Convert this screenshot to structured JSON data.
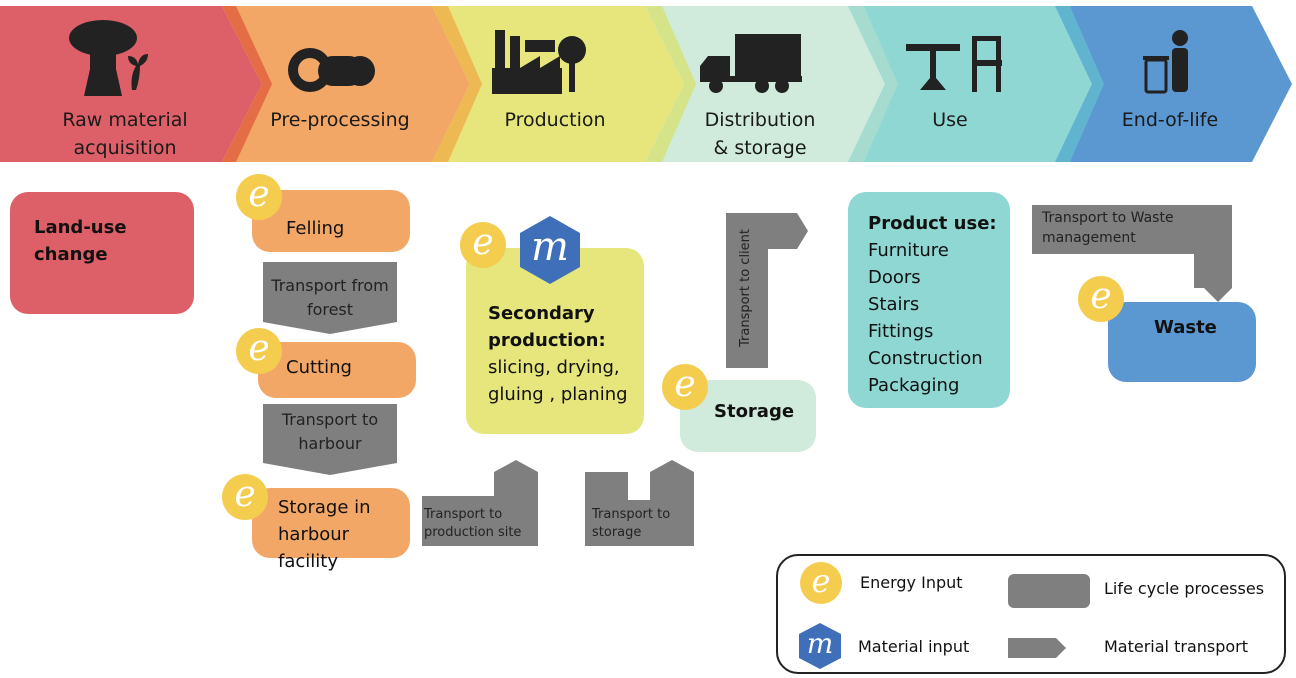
{
  "stages": [
    {
      "label": "Raw material acquisition",
      "color": "#dc5f66",
      "icon": "tree-icon"
    },
    {
      "label": "Pre-processing",
      "color": "#f1a766",
      "icon": "saw-log-icon"
    },
    {
      "label": "Production",
      "color": "#e8e57a",
      "icon": "factory-icon"
    },
    {
      "label": "Distribution & storage",
      "color": "#cfe9dc",
      "icon": "truck-icon"
    },
    {
      "label": "Use",
      "color": "#8fd6d2",
      "icon": "furniture-icon"
    },
    {
      "label": "End-of-life",
      "color": "#5b96cf",
      "icon": "trash-person-icon"
    }
  ],
  "stage_labels": {
    "raw_1": "Raw material",
    "raw_2": "acquisition",
    "pre": "Pre-processing",
    "prod": "Production",
    "dist_1": "Distribution",
    "dist_2": "& storage",
    "use": "Use",
    "eol": "End-of-life"
  },
  "boxes": {
    "land_use_1": "Land-use",
    "land_use_2": "change",
    "felling": "Felling",
    "cutting": "Cutting",
    "storage_harbour_1": "Storage in",
    "storage_harbour_2": "harbour facility",
    "secondary_title_1": "Secondary",
    "secondary_title_2": "production:",
    "secondary_1": "slicing, drying,",
    "secondary_2": "gluing , planing",
    "storage": "Storage",
    "product_use_title": "Product use:",
    "product_use_items": [
      "Furniture",
      "Doors",
      "Stairs",
      "Fittings",
      "Construction",
      "Packaging"
    ],
    "waste": "Waste"
  },
  "transports": {
    "from_forest_1": "Transport from",
    "from_forest_2": "forest",
    "to_harbour_1": "Transport to",
    "to_harbour_2": "harbour",
    "to_production_1": "Transport to",
    "to_production_2": "production site",
    "to_storage_1": "Transport to",
    "to_storage_2": "storage",
    "to_client": "Transport to client",
    "to_waste_1": "Transport to Waste",
    "to_waste_2": "management"
  },
  "icon_letters": {
    "energy": "e",
    "material": "m"
  },
  "legend": {
    "energy": "Energy Input",
    "material": "Material input",
    "processes": "Life cycle processes",
    "transport": "Material transport"
  },
  "colors": {
    "energy": "#f4cd4e",
    "material": "#3f6fb8",
    "transport": "#7f7f7f"
  }
}
